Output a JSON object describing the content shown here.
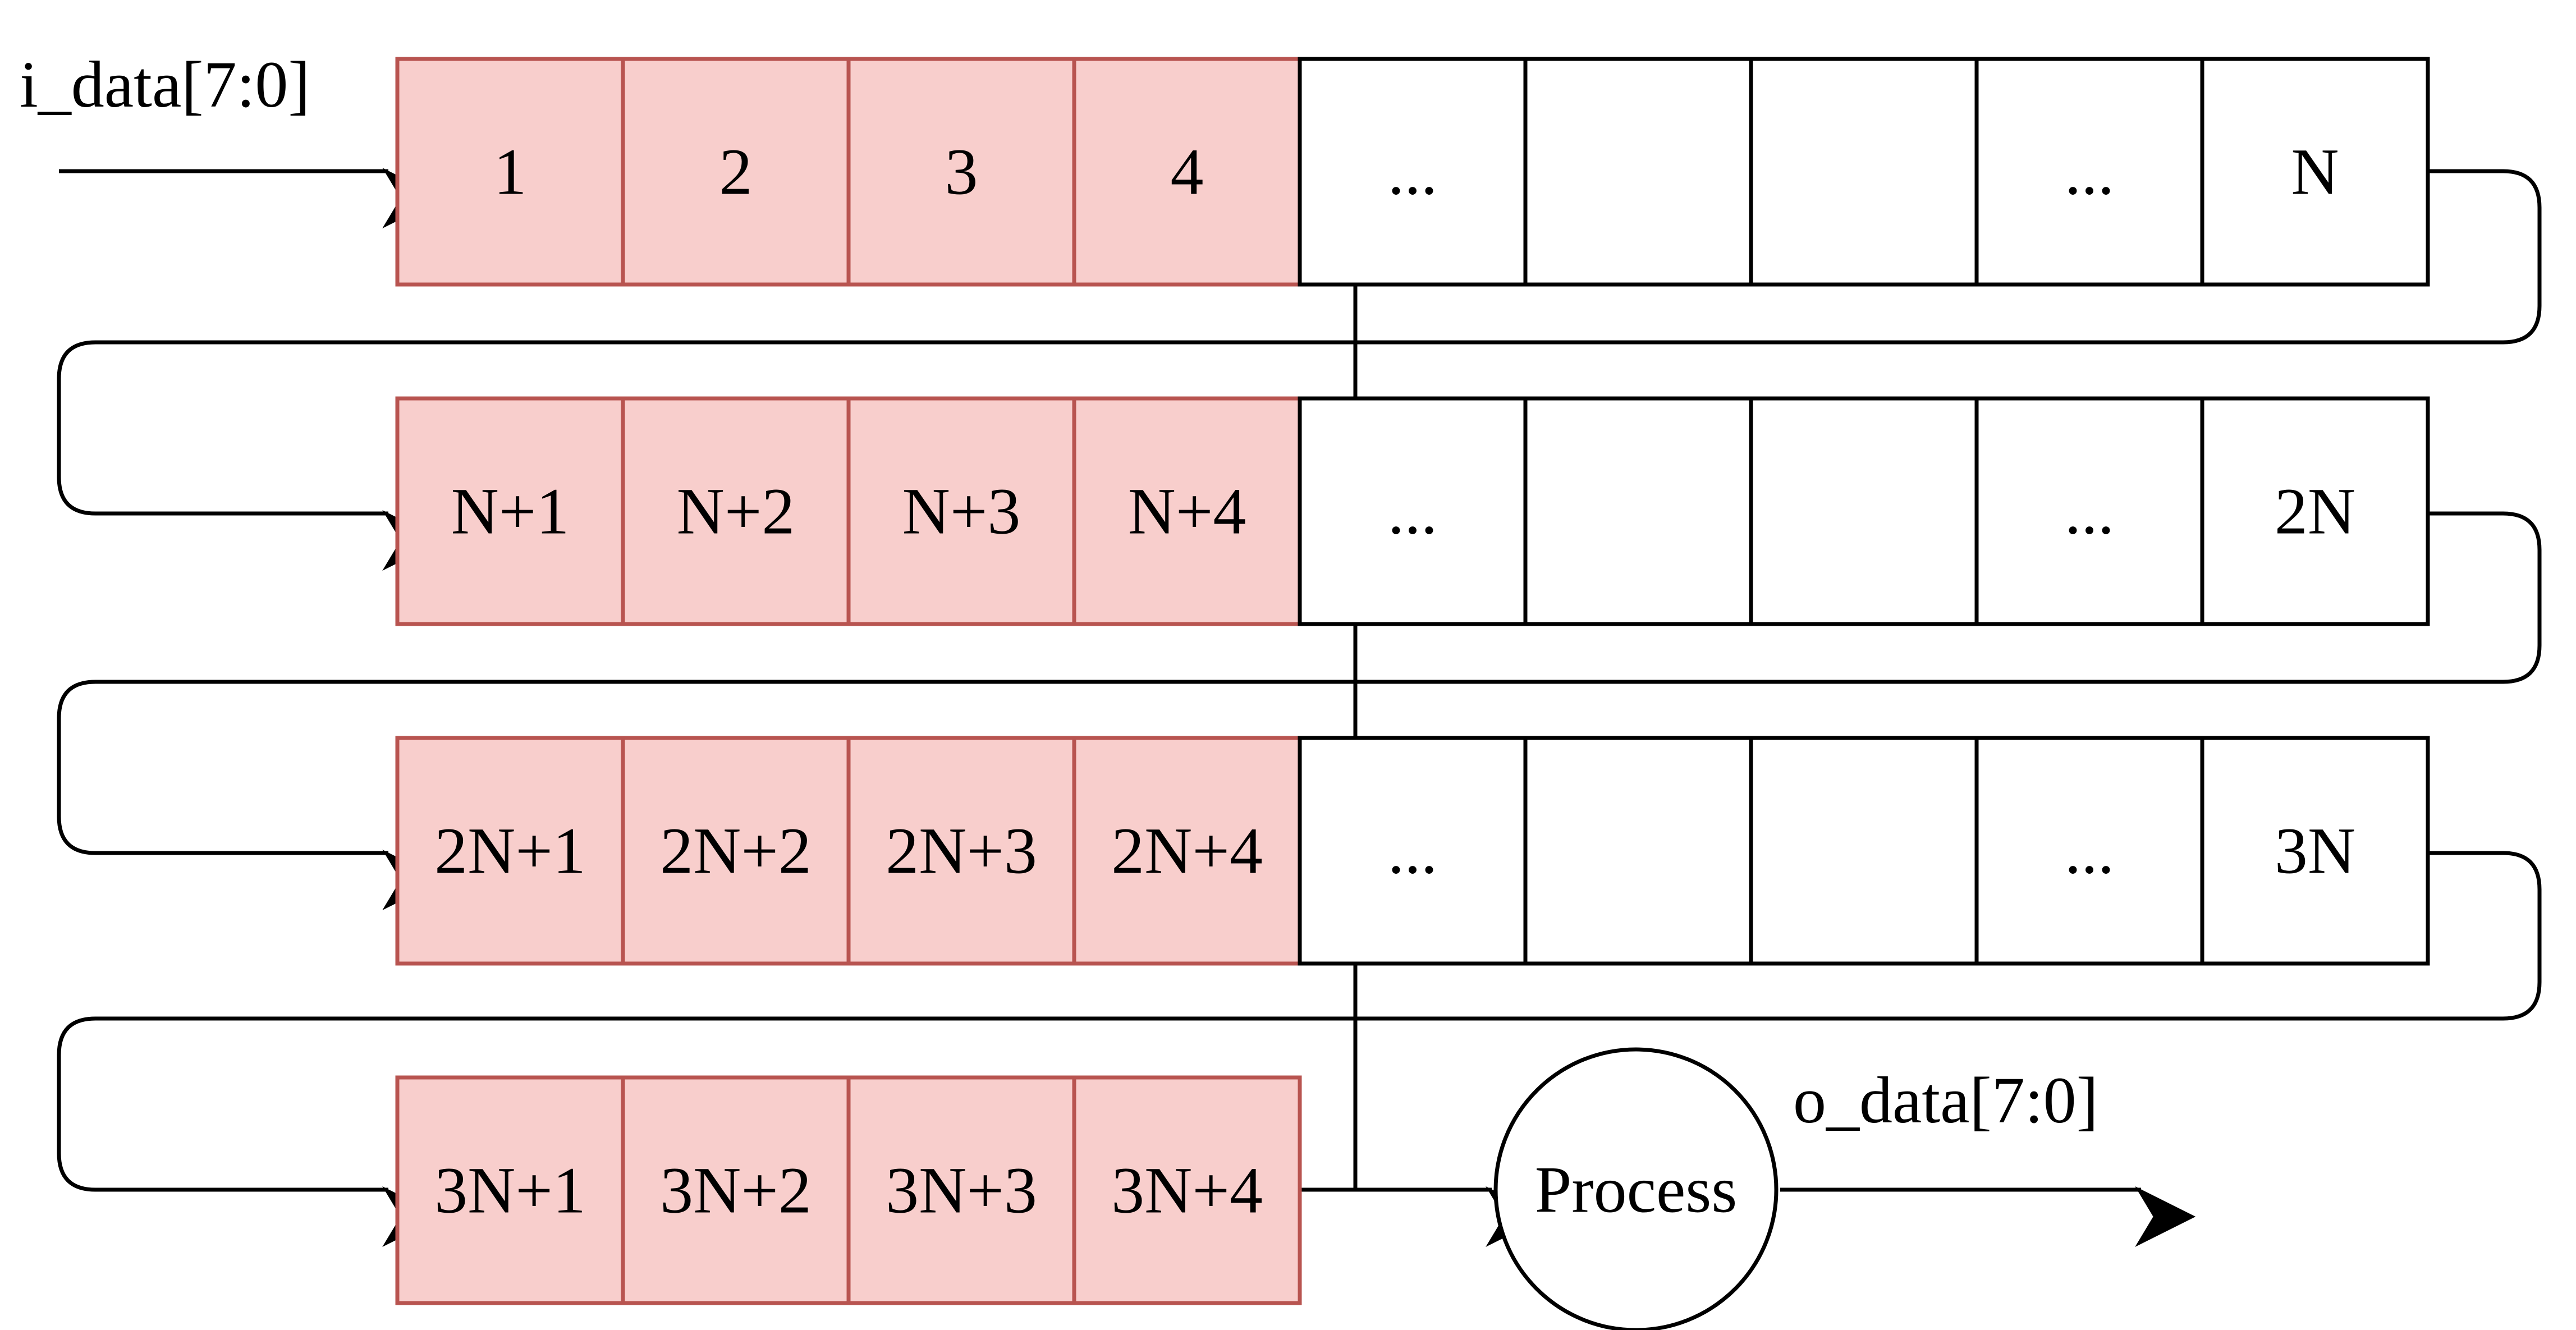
{
  "input_label": "i_data[7:0]",
  "output_label": "o_data[7:0]",
  "process_label": "Process",
  "colors": {
    "highlight_fill": "#f8cecc",
    "highlight_stroke": "#b85450",
    "line": "#000000"
  },
  "rows": [
    {
      "highlighted": [
        "1",
        "2",
        "3",
        "4"
      ],
      "plain": [
        "...",
        "",
        "",
        "...",
        "N"
      ]
    },
    {
      "highlighted": [
        "N+1",
        "N+2",
        "N+3",
        "N+4"
      ],
      "plain": [
        "...",
        "",
        "",
        "...",
        "2N"
      ]
    },
    {
      "highlighted": [
        "2N+1",
        "2N+2",
        "2N+3",
        "2N+4"
      ],
      "plain": [
        "...",
        "",
        "",
        "...",
        "3N"
      ]
    },
    {
      "highlighted": [
        "3N+1",
        "3N+2",
        "3N+3",
        "3N+4"
      ],
      "plain": []
    }
  ]
}
